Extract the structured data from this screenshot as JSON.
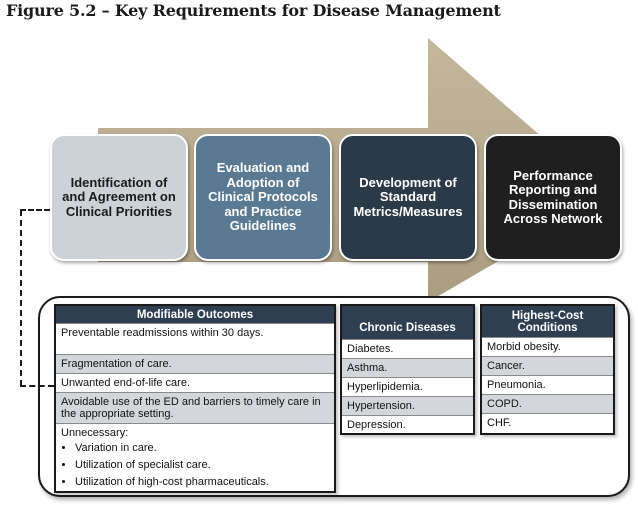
{
  "title": "Figure 5.2 – Key Requirements for Disease Management",
  "colors": {
    "arrow": "#b8ab8e",
    "step1": "#cdd2d7",
    "step2": "#5a7a94",
    "step3": "#2b3a48",
    "step4": "#1f1f1f",
    "table_header": "#2e3f52",
    "row_shade": "#d3d7db"
  },
  "steps": [
    {
      "label": "Identification of and Agreement on Clinical Priorities"
    },
    {
      "label": "Evaluation and Adoption of Clinical Protocols and Practice Guidelines"
    },
    {
      "label": "Development of Standard Metrics/Measures"
    },
    {
      "label": "Performance Reporting and Dissemination Across Network"
    }
  ],
  "modifiable_outcomes": {
    "header": "Modifiable Outcomes",
    "rows": [
      "Preventable readmissions within 30 days.",
      "Fragmentation of care.",
      "Unwanted end-of-life care.",
      "Avoidable use of the ED and barriers to timely care in the appropriate setting."
    ],
    "unnecessary_label": "Unnecessary:",
    "unnecessary_items": [
      "Variation in care.",
      "Utilization of specialist care.",
      "Utilization of high-cost pharmaceuticals."
    ]
  },
  "chronic_diseases": {
    "header": "Chronic Diseases",
    "rows": [
      "Diabetes.",
      "Asthma.",
      "Hyperlipidemia.",
      "Hypertension.",
      "Depression."
    ]
  },
  "highest_cost": {
    "header": "Highest-Cost Conditions",
    "rows": [
      "Morbid obesity.",
      "Cancer.",
      "Pneumonia.",
      "COPD.",
      "CHF."
    ]
  }
}
